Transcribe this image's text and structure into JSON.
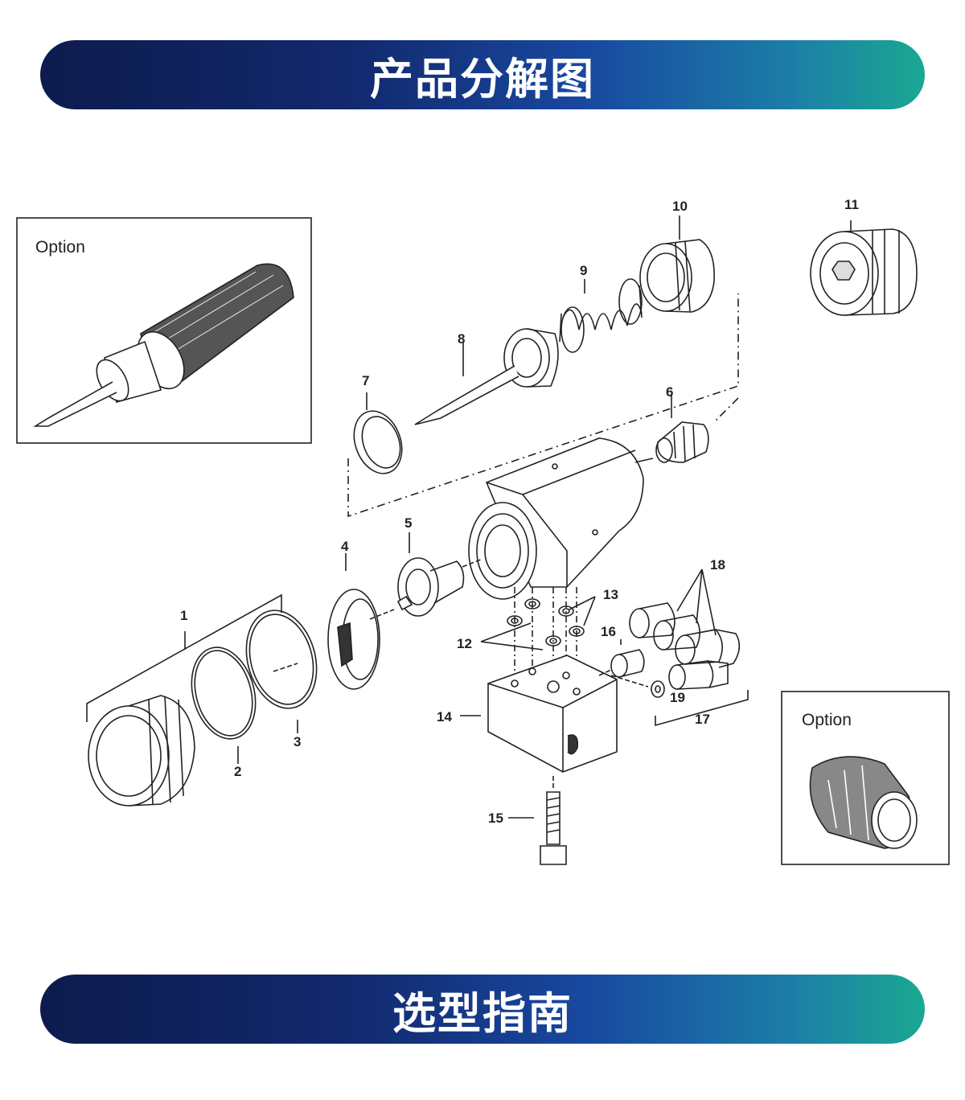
{
  "header": {
    "title": "产品分解图"
  },
  "footer": {
    "title": "选型指南"
  },
  "diagram": {
    "option_boxes": [
      {
        "label": "Option"
      },
      {
        "label": "Option"
      }
    ],
    "callouts": [
      "1",
      "2",
      "3",
      "4",
      "5",
      "6",
      "7",
      "8",
      "9",
      "10",
      "11",
      "12",
      "13",
      "14",
      "15",
      "16",
      "17",
      "18",
      "19"
    ]
  },
  "colors": {
    "banner_start": "#0d1b4d",
    "banner_mid": "#1849a0",
    "banner_end": "#1aa892",
    "line": "#222222"
  }
}
